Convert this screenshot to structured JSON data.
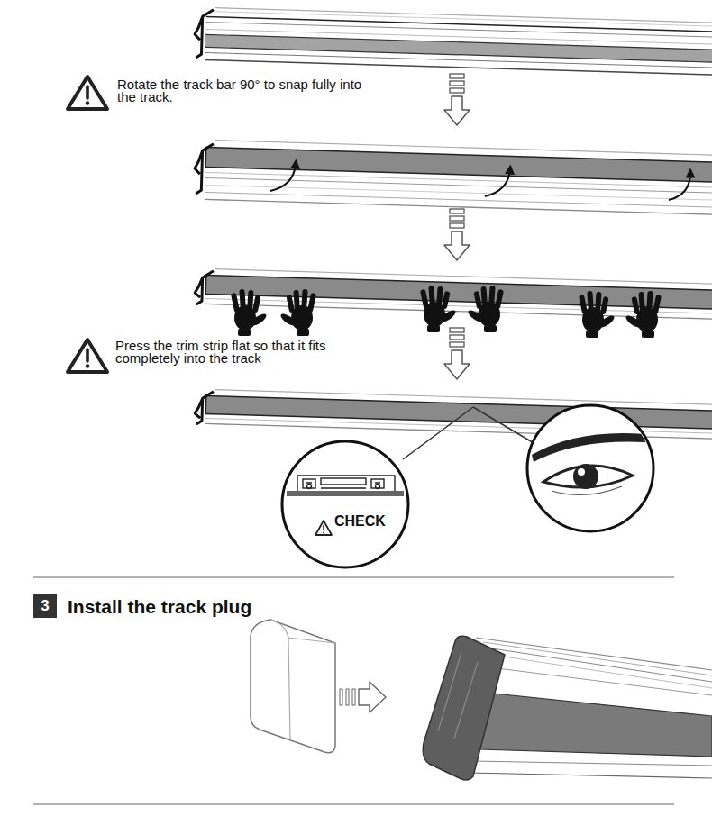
{
  "diagram": {
    "nodes": [
      {
        "text": [
          "CHECK"
        ]
      },
      {
        "text": [
          "3"
        ]
      }
    ],
    "labels": [
      "Rotate the track bar 90° to snap fully into the track.",
      "Press the trim strip flat so that it fits completely into the track",
      "Install the track plug"
    ]
  }
}
